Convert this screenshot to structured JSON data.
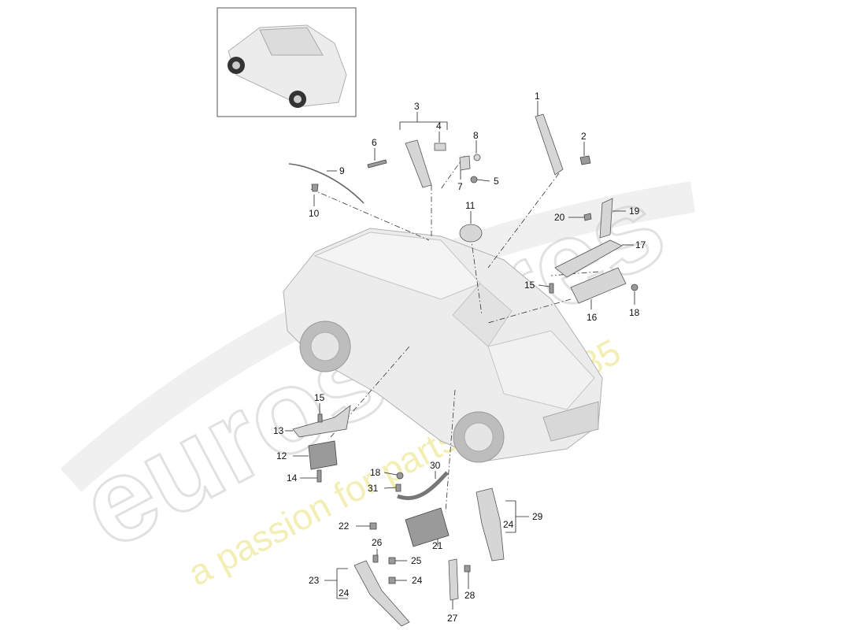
{
  "watermark": {
    "brand": "eurospares",
    "slogan": "a passion for parts since 1985"
  },
  "callouts": {
    "c1": "1",
    "c2": "2",
    "c3": "3",
    "c4": "4",
    "c5": "5",
    "c6": "6",
    "c7": "7",
    "c8": "8",
    "c9": "9",
    "c10": "10",
    "c11": "11",
    "c12": "12",
    "c13": "13",
    "c14": "14",
    "c15a": "15",
    "c15b": "15",
    "c16": "16",
    "c17": "17",
    "c18a": "18",
    "c18b": "18",
    "c19": "19",
    "c20": "20",
    "c21": "21",
    "c22": "22",
    "c23": "23",
    "c24a": "24",
    "c24b": "24",
    "c24c": "24",
    "c25": "25",
    "c26": "26",
    "c27": "27",
    "c28": "28",
    "c29": "29",
    "c30": "30",
    "c31": "31"
  }
}
